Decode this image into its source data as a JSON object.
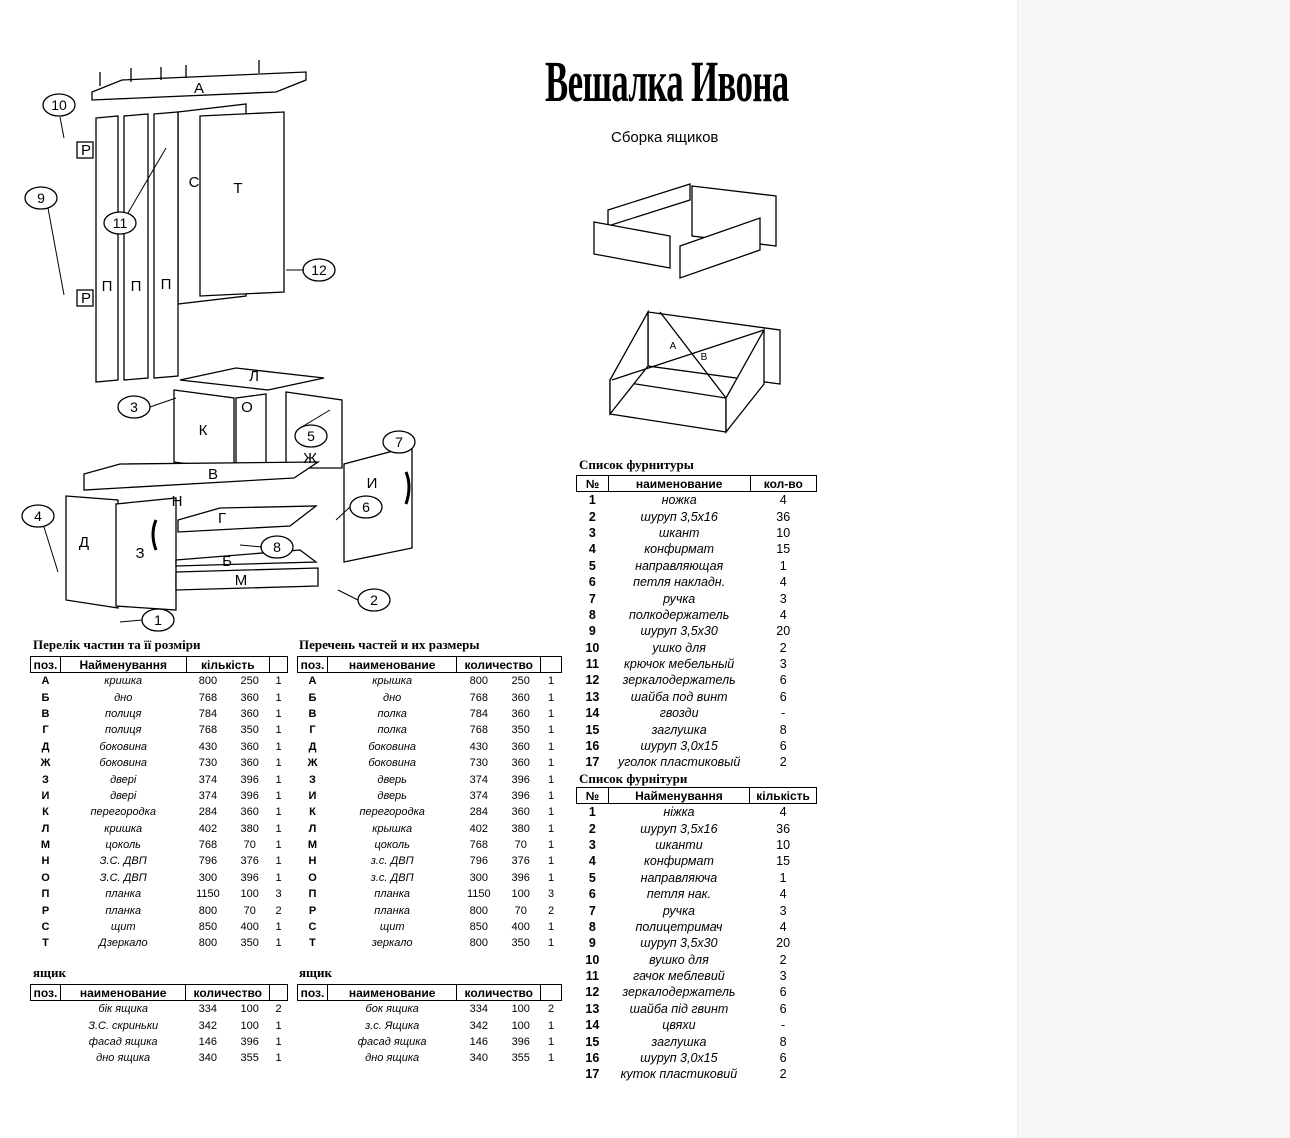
{
  "title": "Вешалка Ивона",
  "subtitle": "Сборка ящиков",
  "diagram": {
    "part_letters": [
      "А",
      "С",
      "Т",
      "Р",
      "П",
      "П",
      "П",
      "Р",
      "Л",
      "О",
      "К",
      "Ж",
      "И",
      "В",
      "Н",
      "Г",
      "Д",
      "З",
      "Б",
      "М"
    ],
    "callouts": [
      "10",
      "9",
      "11",
      "12",
      "3",
      "5",
      "7",
      "4",
      "6",
      "8",
      "2",
      "1"
    ],
    "drawer_letters": [
      "А",
      "В"
    ]
  },
  "parts_ua": {
    "heading": "Перелік частин та її розміри",
    "columns": [
      "поз.",
      "Найменування",
      "кількість"
    ],
    "rows": [
      [
        "А",
        "кришка",
        "800",
        "250",
        "1"
      ],
      [
        "Б",
        "дно",
        "768",
        "360",
        "1"
      ],
      [
        "В",
        "полиця",
        "784",
        "360",
        "1"
      ],
      [
        "Г",
        "полиця",
        "768",
        "350",
        "1"
      ],
      [
        "Д",
        "боковина",
        "430",
        "360",
        "1"
      ],
      [
        "Ж",
        "боковина",
        "730",
        "360",
        "1"
      ],
      [
        "З",
        "двері",
        "374",
        "396",
        "1"
      ],
      [
        "И",
        "двері",
        "374",
        "396",
        "1"
      ],
      [
        "К",
        "перегородка",
        "284",
        "360",
        "1"
      ],
      [
        "Л",
        "кришка",
        "402",
        "380",
        "1"
      ],
      [
        "М",
        "цоколь",
        "768",
        "70",
        "1"
      ],
      [
        "Н",
        "З.С. ДВП",
        "796",
        "376",
        "1"
      ],
      [
        "О",
        "З.С. ДВП",
        "300",
        "396",
        "1"
      ],
      [
        "П",
        "планка",
        "1150",
        "100",
        "3"
      ],
      [
        "Р",
        "планка",
        "800",
        "70",
        "2"
      ],
      [
        "С",
        "щит",
        "850",
        "400",
        "1"
      ],
      [
        "Т",
        "Дзеркало",
        "800",
        "350",
        "1"
      ]
    ]
  },
  "parts_ru": {
    "heading": "Перечень частей и их размеры",
    "columns": [
      "поз.",
      "наименование",
      "количество"
    ],
    "rows": [
      [
        "А",
        "крышка",
        "800",
        "250",
        "1"
      ],
      [
        "Б",
        "дно",
        "768",
        "360",
        "1"
      ],
      [
        "В",
        "полка",
        "784",
        "360",
        "1"
      ],
      [
        "Г",
        "полка",
        "768",
        "350",
        "1"
      ],
      [
        "Д",
        "боковина",
        "430",
        "360",
        "1"
      ],
      [
        "Ж",
        "боковина",
        "730",
        "360",
        "1"
      ],
      [
        "З",
        "дверь",
        "374",
        "396",
        "1"
      ],
      [
        "И",
        "дверь",
        "374",
        "396",
        "1"
      ],
      [
        "К",
        "перегородка",
        "284",
        "360",
        "1"
      ],
      [
        "Л",
        "крышка",
        "402",
        "380",
        "1"
      ],
      [
        "М",
        "цоколь",
        "768",
        "70",
        "1"
      ],
      [
        "Н",
        "з.с. ДВП",
        "796",
        "376",
        "1"
      ],
      [
        "О",
        "з.с. ДВП",
        "300",
        "396",
        "1"
      ],
      [
        "П",
        "планка",
        "1150",
        "100",
        "3"
      ],
      [
        "Р",
        "планка",
        "800",
        "70",
        "2"
      ],
      [
        "С",
        "щит",
        "850",
        "400",
        "1"
      ],
      [
        "Т",
        "зеркало",
        "800",
        "350",
        "1"
      ]
    ]
  },
  "drawer_ua": {
    "heading": "ящик",
    "columns": [
      "поз.",
      "наименование",
      "количество"
    ],
    "rows": [
      [
        "",
        "бік ящика",
        "334",
        "100",
        "2"
      ],
      [
        "",
        "З.С. скриньки",
        "342",
        "100",
        "1"
      ],
      [
        "",
        "фасад ящика",
        "146",
        "396",
        "1"
      ],
      [
        "",
        "дно ящика",
        "340",
        "355",
        "1"
      ]
    ]
  },
  "drawer_ru": {
    "heading": "ящик",
    "columns": [
      "поз.",
      "наименование",
      "количество"
    ],
    "rows": [
      [
        "",
        "бок ящика",
        "334",
        "100",
        "2"
      ],
      [
        "",
        "з.с. Ящика",
        "342",
        "100",
        "1"
      ],
      [
        "",
        "фасад ящика",
        "146",
        "396",
        "1"
      ],
      [
        "",
        "дно ящика",
        "340",
        "355",
        "1"
      ]
    ]
  },
  "fittings_ru": {
    "heading": "Список фурнитуры",
    "columns": [
      "№",
      "наименование",
      "кол-во"
    ],
    "rows": [
      [
        "1",
        "ножка",
        "4"
      ],
      [
        "2",
        "шуруп 3,5х16",
        "36"
      ],
      [
        "3",
        "шкант",
        "10"
      ],
      [
        "4",
        "конфирмат",
        "15"
      ],
      [
        "5",
        "направляющая",
        "1"
      ],
      [
        "6",
        "петля накладн.",
        "4"
      ],
      [
        "7",
        "ручка",
        "3"
      ],
      [
        "8",
        "полкодержатель",
        "4"
      ],
      [
        "9",
        "шуруп 3,5х30",
        "20"
      ],
      [
        "10",
        "ушко для",
        "2"
      ],
      [
        "11",
        "крючок мебельный",
        "3"
      ],
      [
        "12",
        "зеркалодержатель",
        "6"
      ],
      [
        "13",
        "шайба под винт",
        "6"
      ],
      [
        "14",
        "гвозди",
        "-"
      ],
      [
        "15",
        "заглушка",
        "8"
      ],
      [
        "16",
        "шуруп 3,0х15",
        "6"
      ],
      [
        "17",
        "уголок пластиковый",
        "2"
      ]
    ]
  },
  "fittings_ua": {
    "heading": "Список фурнітури",
    "columns": [
      "№",
      "Найменування",
      "кількість"
    ],
    "rows": [
      [
        "1",
        "ніжка",
        "4"
      ],
      [
        "2",
        "шуруп 3,5х16",
        "36"
      ],
      [
        "3",
        "шканти",
        "10"
      ],
      [
        "4",
        "конфирмат",
        "15"
      ],
      [
        "5",
        "направляюча",
        "1"
      ],
      [
        "6",
        "петля нак.",
        "4"
      ],
      [
        "7",
        "ручка",
        "3"
      ],
      [
        "8",
        "полицетримач",
        "4"
      ],
      [
        "9",
        "шуруп 3,5х30",
        "20"
      ],
      [
        "10",
        "вушко для",
        "2"
      ],
      [
        "11",
        "гачок меблевий",
        "3"
      ],
      [
        "12",
        "зеркалодержатель",
        "6"
      ],
      [
        "13",
        "шайба під гвинт",
        "6"
      ],
      [
        "14",
        "цвяхи",
        "-"
      ],
      [
        "15",
        "заглушка",
        "8"
      ],
      [
        "16",
        "шуруп 3,0х15",
        "6"
      ],
      [
        "17",
        "куток пластиковий",
        "2"
      ]
    ]
  }
}
